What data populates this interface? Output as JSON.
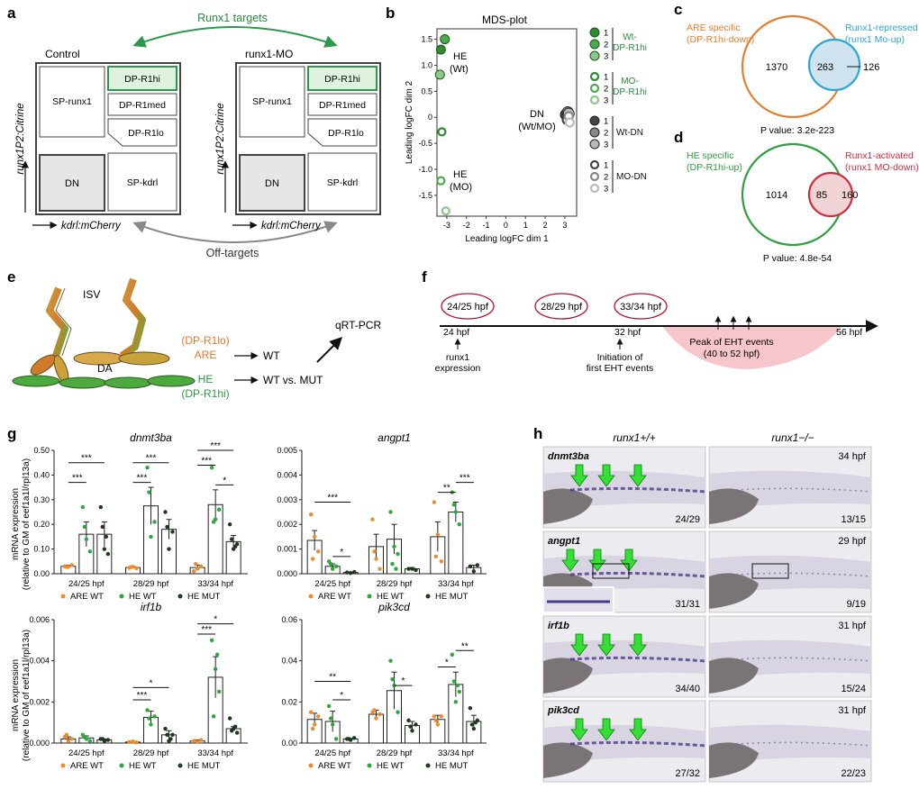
{
  "panels": {
    "a": {
      "letter": "a",
      "top_arrow_label": "Runx1 targets",
      "bottom_arrow_label": "Off-targets",
      "left": {
        "title": "Control",
        "yaxis": "runx1P2:Citrine",
        "xaxis": "kdrl:mCherry",
        "sp_runx1": "SP-runx1",
        "dp_hi": "DP-R1hi",
        "dp_med": "DP-R1med",
        "dp_lo": "DP-R1lo",
        "dn": "DN",
        "sp_kdrl": "SP-kdrl"
      },
      "right": {
        "title": "runx1-MO",
        "yaxis": "runx1P2:Citrine",
        "xaxis": "kdrl:mCherry",
        "sp_runx1": "SP-runx1",
        "dp_hi": "DP-R1hi",
        "dp_med": "DP-R1med",
        "dp_lo": "DP-R1lo",
        "dn": "DN",
        "sp_kdrl": "SP-kdrl"
      }
    },
    "b": {
      "letter": "b",
      "title": "MDS-plot",
      "xlabel": "Leading logFC dim 1",
      "ylabel": "Leading logFC dim 2",
      "xticks": [
        "-3",
        "-2",
        "-1",
        "0",
        "1",
        "2",
        "3"
      ],
      "yticks": [
        "1.5",
        "1.0",
        "0.5",
        "0",
        "-0.5",
        "-1.0",
        "-1.5"
      ],
      "label_he_wt_1": "HE",
      "label_he_wt_2": "(Wt)",
      "label_he_mo_1": "HE",
      "label_he_mo_2": "(MO)",
      "label_dn_1": "DN",
      "label_dn_2": "(Wt/MO)",
      "legend": [
        {
          "name_1": "Wt-",
          "name_2": "DP-R1hi",
          "nums": [
            "1",
            "2",
            "3"
          ],
          "color": "#2e8b2e"
        },
        {
          "name_1": "MO-",
          "name_2": "DP-R1hi",
          "nums": [
            "1",
            "2",
            "3"
          ],
          "color": "#2e8b2e"
        },
        {
          "name_1": "Wt-DN",
          "name_2": "",
          "nums": [
            "1",
            "2",
            "3"
          ],
          "color": "#444444"
        },
        {
          "name_1": "MO-DN",
          "name_2": "",
          "nums": [
            "1",
            "2",
            "3"
          ],
          "color": "#444444"
        }
      ]
    },
    "c": {
      "letter": "c",
      "left_title_1": "ARE specific",
      "left_title_2": "(DP-R1hi-down)",
      "right_title_1": "Runx1-repressed",
      "right_title_2": "(runx1 Mo-up)",
      "left_only": "1370",
      "overlap": "263",
      "right_only": "126",
      "pvalue": "P value: 3.2e-223",
      "left_color": "#e87d2e",
      "right_color": "#2aa7d8"
    },
    "d": {
      "letter": "d",
      "left_title_1": "HE specific",
      "left_title_2": "(DP-R1hi-up)",
      "right_title_1": "Runx1-activated",
      "right_title_2": "(runx1 MO-down)",
      "left_only": "1014",
      "overlap": "85",
      "right_only": "160",
      "pvalue": "P value: 4.8e-54",
      "left_color": "#2e9e3e",
      "right_color": "#d22a3e"
    },
    "e": {
      "letter": "e",
      "isv": "ISV",
      "da": "DA",
      "are_1": "(DP-R1lo)",
      "are_2": "ARE",
      "he_1": "HE",
      "he_2": "(DP-R1hi)",
      "wt": "WT",
      "wt_mut": "WT vs. MUT",
      "qrtpcr": "qRT-PCR"
    },
    "f": {
      "letter": "f",
      "stage1": "24/25 hpf",
      "stage2": "28/29 hpf",
      "stage3": "33/34 hpf",
      "t24": "24 hpf",
      "t32": "32 hpf",
      "t56": "56 hpf",
      "runx1_1": "runx1",
      "runx1_2": "expression",
      "init_1": "Initiation of",
      "init_2": "first EHT events",
      "peak_1": "Peak of EHT events",
      "peak_2": "(40 to 52 hpf)"
    },
    "g": {
      "letter": "g",
      "ylabel_1": "mRNA expression",
      "ylabel_2": "(relative to GM of eef1a1l/rpl13a)",
      "legend": [
        "ARE WT",
        "HE WT",
        "HE MUT"
      ]
    },
    "h": {
      "letter": "h",
      "col_wt": "runx1+/+",
      "col_mut": "runx1−/−",
      "rows": [
        {
          "gene": "dnmt3ba",
          "stage": "34 hpf",
          "wt_count": "24/29",
          "mut_count": "13/15"
        },
        {
          "gene": "angpt1",
          "stage": "29 hpf",
          "wt_count": "31/31",
          "mut_count": "9/19"
        },
        {
          "gene": "irf1b",
          "stage": "31 hpf",
          "wt_count": "34/40",
          "mut_count": "15/24"
        },
        {
          "gene": "pik3cd",
          "stage": "31 hpf",
          "wt_count": "27/32",
          "mut_count": "22/23"
        }
      ]
    }
  },
  "chart_data": [
    {
      "type": "scatter",
      "title": "MDS-plot",
      "xlabel": "Leading logFC dim 1",
      "ylabel": "Leading logFC dim 2",
      "xlim": [
        -3.5,
        3.6
      ],
      "ylim": [
        -1.9,
        1.7
      ],
      "series": [
        {
          "name": "Wt-DP-R1hi",
          "points": [
            [
              -3.3,
              1.3
            ],
            [
              -3.1,
              1.5
            ],
            [
              -3.35,
              0.82
            ]
          ]
        },
        {
          "name": "MO-DP-R1hi",
          "points": [
            [
              -3.25,
              -0.28
            ],
            [
              -3.3,
              -1.22
            ],
            [
              -3.05,
              -1.8
            ]
          ]
        },
        {
          "name": "Wt-DN",
          "points": [
            [
              3.05,
              0.05
            ],
            [
              3.15,
              0.1
            ],
            [
              3.2,
              0.07
            ]
          ]
        },
        {
          "name": "MO-DN",
          "points": [
            [
              3.1,
              -0.05
            ],
            [
              3.2,
              0.02
            ],
            [
              3.25,
              -0.1
            ]
          ]
        }
      ]
    },
    {
      "type": "bar",
      "title": "dnmt3ba",
      "ylim": [
        0,
        0.5
      ],
      "yticks": [
        "0.00",
        "0.10",
        "0.20",
        "0.30",
        "0.40",
        "0.50"
      ],
      "tick_values": [
        0,
        0.1,
        0.2,
        0.3,
        0.4,
        0.5
      ],
      "categories": [
        "24/25 hpf",
        "28/29 hpf",
        "33/34 hpf"
      ],
      "series": [
        {
          "name": "ARE WT",
          "values": [
            0.03,
            0.025,
            0.025
          ],
          "err": [
            0.005,
            0.004,
            0.01
          ],
          "points": [
            [
              0.03,
              0.028,
              0.035,
              0.027
            ],
            [
              0.024,
              0.028,
              0.022,
              0.027
            ],
            [
              0.01,
              0.02,
              0.03,
              0.04
            ]
          ]
        },
        {
          "name": "HE WT",
          "values": [
            0.16,
            0.275,
            0.28
          ],
          "err": [
            0.05,
            0.075,
            0.06
          ],
          "points": [
            [
              0.27,
              0.14,
              0.09,
              0.19
            ],
            [
              0.43,
              0.15,
              0.21,
              0.33
            ],
            [
              0.43,
              0.22,
              0.26,
              0.21
            ]
          ]
        },
        {
          "name": "HE MUT",
          "values": [
            0.16,
            0.18,
            0.13
          ],
          "err": [
            0.05,
            0.04,
            0.025
          ],
          "points": [
            [
              0.27,
              0.1,
              0.08,
              0.19,
              0.15
            ],
            [
              0.25,
              0.1,
              0.17,
              0.19
            ],
            [
              0.2,
              0.1,
              0.12,
              0.14,
              0.11
            ]
          ]
        }
      ],
      "sig": [
        {
          "pair": [
            0,
            0,
            1
          ],
          "label": "***",
          "level": 0.37
        },
        {
          "pair": [
            0,
            0,
            2
          ],
          "label": "***",
          "level": 0.45
        },
        {
          "pair": [
            1,
            0,
            1
          ],
          "label": "***",
          "level": 0.37
        },
        {
          "pair": [
            1,
            0,
            2
          ],
          "label": "***",
          "level": 0.45
        },
        {
          "pair": [
            2,
            0,
            1
          ],
          "label": "***",
          "level": 0.44
        },
        {
          "pair": [
            2,
            0,
            2
          ],
          "label": "***",
          "level": 0.5
        },
        {
          "pair": [
            2,
            1,
            2
          ],
          "label": "*",
          "level": 0.36
        }
      ]
    },
    {
      "type": "bar",
      "title": "angpt1",
      "ylim": [
        0,
        0.005
      ],
      "yticks": [
        "0.000",
        "0.001",
        "0.002",
        "0.003",
        "0.004",
        "0.005"
      ],
      "tick_values": [
        0,
        0.001,
        0.002,
        0.003,
        0.004,
        0.005
      ],
      "categories": [
        "24/25 hpf",
        "28/29 hpf",
        "33/34 hpf"
      ],
      "series": [
        {
          "name": "ARE WT",
          "values": [
            0.00135,
            0.0011,
            0.0015
          ],
          "err": [
            0.0004,
            0.0005,
            0.0006
          ],
          "points": [
            [
              0.0024,
              0.0015,
              0.0009,
              0.0006
            ],
            [
              0.0022,
              0.0006,
              0.0002,
              0.0009
            ],
            [
              0.0029,
              0.0016,
              0.0005,
              0.0007
            ]
          ]
        },
        {
          "name": "HE WT",
          "values": [
            0.0003,
            0.0014,
            0.0025
          ],
          "err": [
            0.0001,
            0.0006,
            0.0004
          ],
          "points": [
            [
              0.0005,
              0.0002,
              0.0003,
              0.0004
            ],
            [
              0.0025,
              0.0011,
              0.0008,
              0.0004,
              0.0002
            ],
            [
              0.0033,
              0.0025,
              0.002,
              0.0028
            ]
          ]
        },
        {
          "name": "HE MUT",
          "values": [
            5e-05,
            0.0002,
            0.00025
          ],
          "err": [
            2e-05,
            5e-05,
            0.0001
          ],
          "points": [
            [
              5e-05,
              3e-05,
              7e-05
            ],
            [
              0.0002,
              0.0002,
              0.00015
            ],
            [
              0.0003,
              0.0001,
              0.00035
            ]
          ]
        }
      ],
      "sig": [
        {
          "pair": [
            0,
            0,
            2
          ],
          "label": "***",
          "level": 0.0029
        },
        {
          "pair": [
            0,
            1,
            2
          ],
          "label": "*",
          "level": 0.0007
        },
        {
          "pair": [
            2,
            0,
            1
          ],
          "label": "**",
          "level": 0.0033
        },
        {
          "pair": [
            2,
            1,
            2
          ],
          "label": "***",
          "level": 0.0037
        }
      ]
    },
    {
      "type": "bar",
      "title": "irf1b",
      "ylim": [
        0,
        0.006
      ],
      "yticks": [
        "0.000",
        "0.002",
        "0.004",
        "0.006"
      ],
      "tick_values": [
        0,
        0.002,
        0.004,
        0.006
      ],
      "categories": [
        "24/25 hpf",
        "28/29 hpf",
        "33/34 hpf"
      ],
      "series": [
        {
          "name": "ARE WT",
          "values": [
            0.0002,
            5e-05,
            0.0001
          ],
          "err": [
            0.0001,
            3e-05,
            5e-05
          ],
          "points": [
            [
              0.0003,
              0.0001,
              0.0002,
              0.0004
            ],
            [
              5e-05,
              8e-05,
              3e-05
            ],
            [
              0.0001,
              5e-05,
              0.00015
            ]
          ]
        },
        {
          "name": "HE WT",
          "values": [
            0.00025,
            0.00125,
            0.0032
          ],
          "err": [
            0.0001,
            0.0003,
            0.001
          ],
          "points": [
            [
              0.0004,
              0.0002,
              0.0001,
              0.0003
            ],
            [
              0.0016,
              0.0009,
              0.0013,
              0.0012
            ],
            [
              0.005,
              0.0036,
              0.0025,
              0.0013,
              0.0043
            ]
          ]
        },
        {
          "name": "HE MUT",
          "values": [
            0.00015,
            0.0004,
            0.0007
          ],
          "err": [
            5e-05,
            0.0002,
            0.0001
          ],
          "points": [
            [
              0.0002,
              0.0001,
              0.00015,
              0.0002
            ],
            [
              0.0007,
              0.0001,
              0.0004,
              0.0004,
              0.0002
            ],
            [
              0.0012,
              0.0007,
              0.0005,
              0.0006,
              0.0008
            ]
          ]
        }
      ],
      "sig": [
        {
          "pair": [
            1,
            0,
            1
          ],
          "label": "***",
          "level": 0.0021
        },
        {
          "pair": [
            1,
            0,
            2
          ],
          "label": "*",
          "level": 0.0027
        },
        {
          "pair": [
            2,
            0,
            1
          ],
          "label": "***",
          "level": 0.0053
        },
        {
          "pair": [
            2,
            0,
            2
          ],
          "label": "*",
          "level": 0.0058
        }
      ]
    },
    {
      "type": "bar",
      "title": "pik3cd",
      "ylim": [
        0,
        0.06
      ],
      "yticks": [
        "0.00",
        "0.02",
        "0.04",
        "0.06"
      ],
      "tick_values": [
        0,
        0.02,
        0.04,
        0.06
      ],
      "categories": [
        "24/25 hpf",
        "28/29 hpf",
        "33/34 hpf"
      ],
      "series": [
        {
          "name": "ARE WT",
          "values": [
            0.0115,
            0.014,
            0.0115
          ],
          "err": [
            0.003,
            0.002,
            0.002
          ],
          "points": [
            [
              0.015,
              0.009,
              0.013,
              0.007
            ],
            [
              0.015,
              0.012,
              0.014,
              0.016
            ],
            [
              0.013,
              0.009,
              0.013,
              0.011
            ]
          ]
        },
        {
          "name": "HE WT",
          "values": [
            0.0105,
            0.0255,
            0.0285
          ],
          "err": [
            0.005,
            0.009,
            0.006
          ],
          "points": [
            [
              0.018,
              0.009,
              0.002,
              0.012
            ],
            [
              0.04,
              0.028,
              0.015,
              0.031
            ],
            [
              0.043,
              0.02,
              0.025,
              0.03,
              0.028
            ]
          ]
        },
        {
          "name": "HE MUT",
          "values": [
            0.002,
            0.0085,
            0.0105
          ],
          "err": [
            0.0003,
            0.002,
            0.003
          ],
          "points": [
            [
              0.002,
              0.0015,
              0.0025,
              0.002
            ],
            [
              0.011,
              0.006,
              0.009,
              0.008
            ],
            [
              0.017,
              0.007,
              0.011,
              0.009,
              0.01
            ]
          ]
        }
      ],
      "sig": [
        {
          "pair": [
            0,
            0,
            2
          ],
          "label": "**",
          "level": 0.03
        },
        {
          "pair": [
            0,
            1,
            2
          ],
          "label": "*",
          "level": 0.021
        },
        {
          "pair": [
            1,
            1,
            2
          ],
          "label": "*",
          "level": 0.028
        },
        {
          "pair": [
            2,
            0,
            1
          ],
          "label": "*",
          "level": 0.037
        },
        {
          "pair": [
            2,
            1,
            2
          ],
          "label": "**",
          "level": 0.045
        }
      ]
    }
  ]
}
